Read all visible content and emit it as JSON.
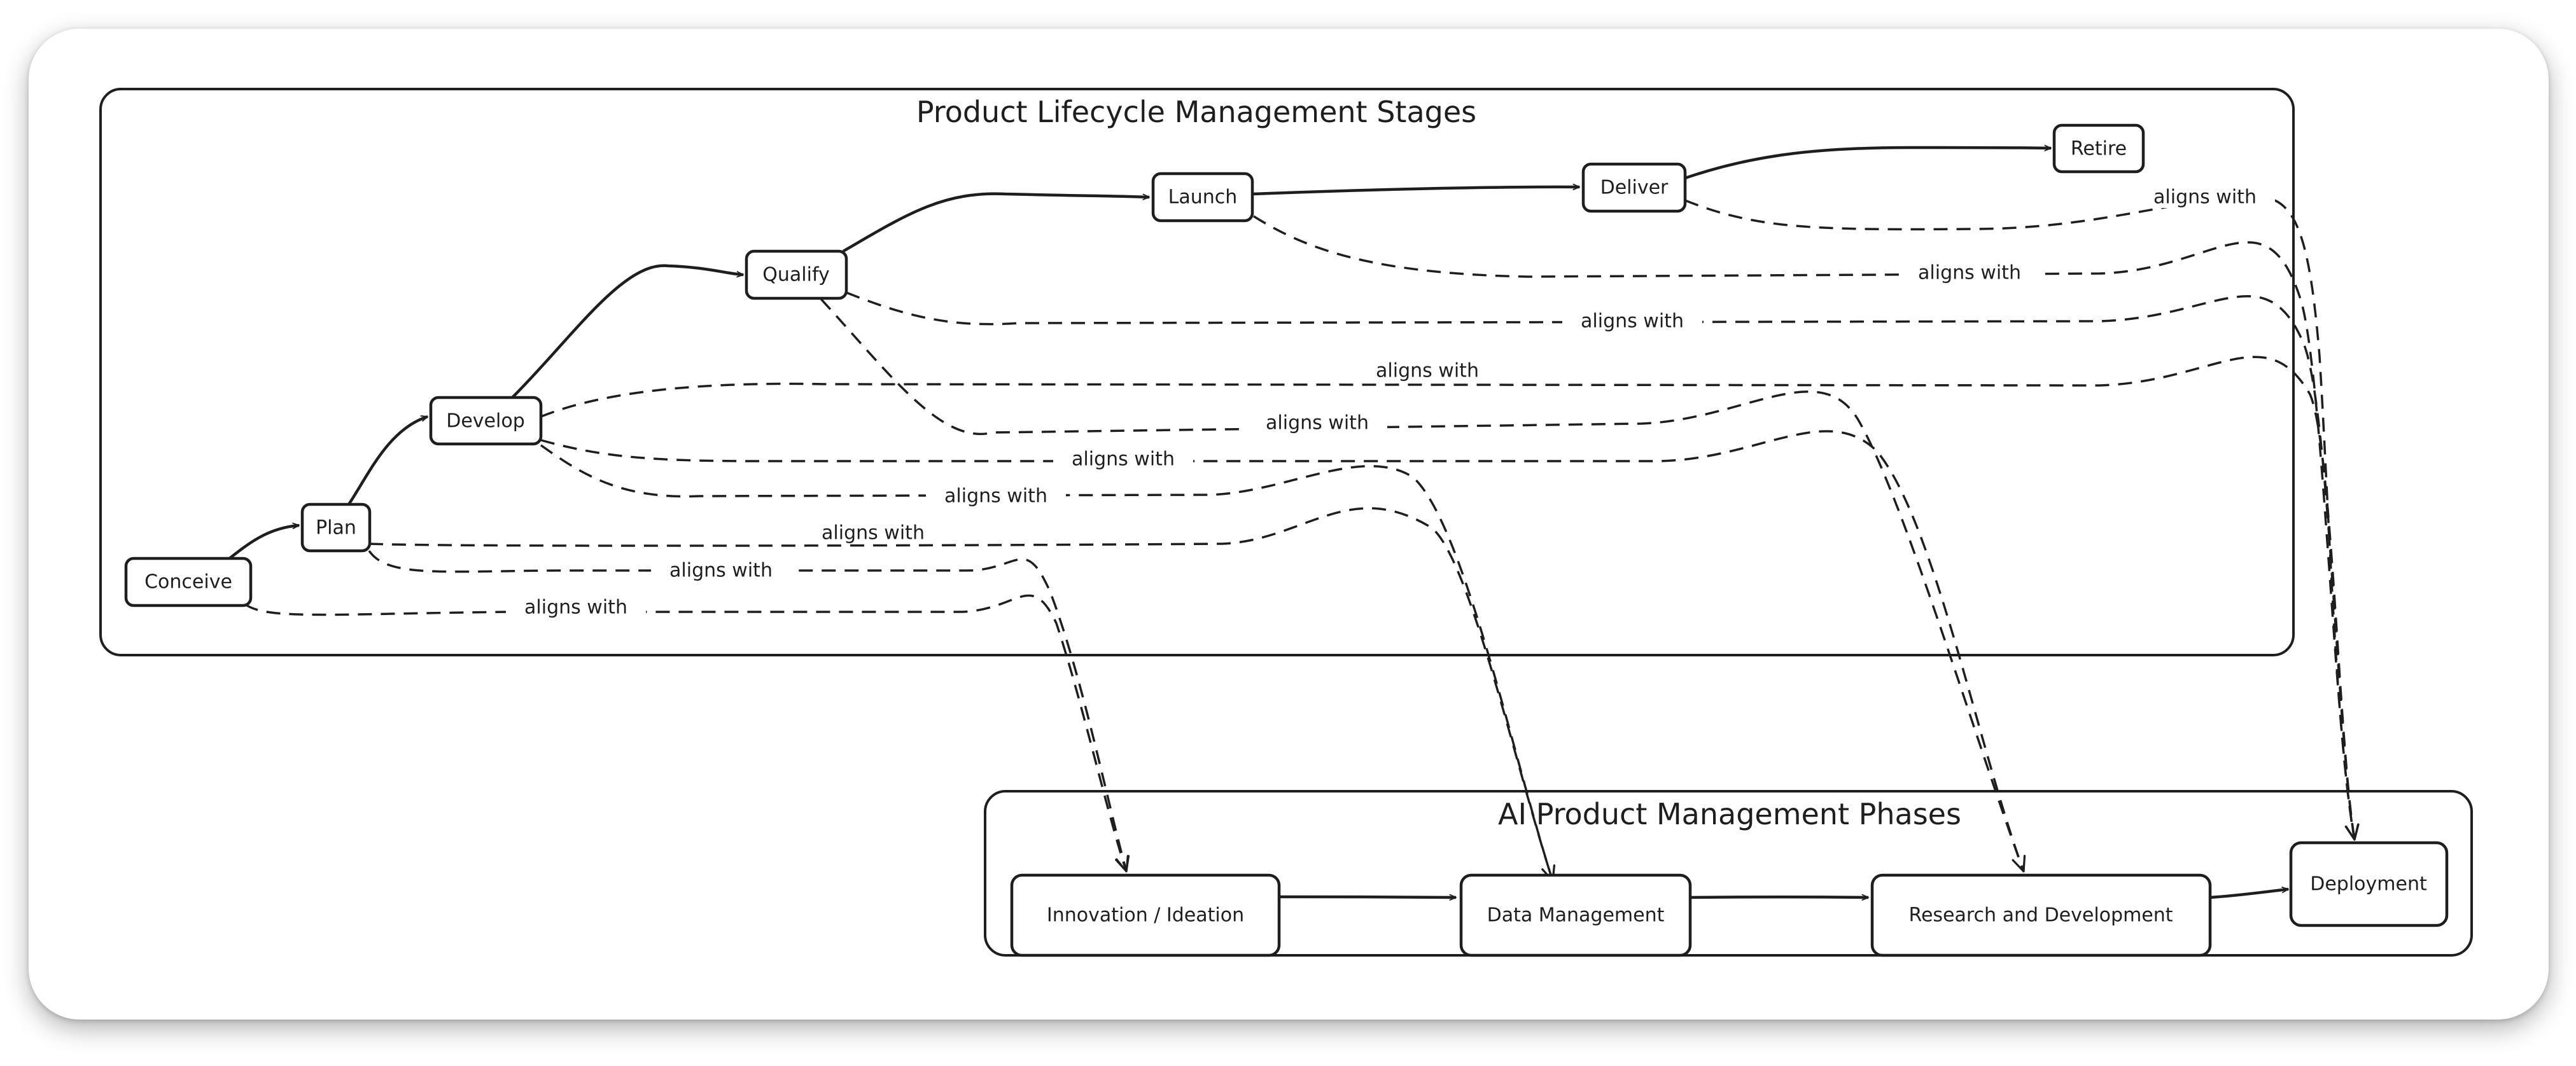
{
  "groups": {
    "plm": {
      "title": "Product Lifecycle Management Stages"
    },
    "ai": {
      "title": "AI Product Management Phases"
    }
  },
  "nodes": {
    "conceive": "Conceive",
    "plan": "Plan",
    "develop": "Develop",
    "qualify": "Qualify",
    "launch": "Launch",
    "deliver": "Deliver",
    "retire": "Retire",
    "innovation": "Innovation / Ideation",
    "data_mgmt": "Data Management",
    "rnd": "Research and Development",
    "deployment": "Deployment"
  },
  "edges": {
    "align_label": "aligns with"
  },
  "colors": {
    "ink": "#1e1e1e",
    "background": "#ffffff"
  }
}
